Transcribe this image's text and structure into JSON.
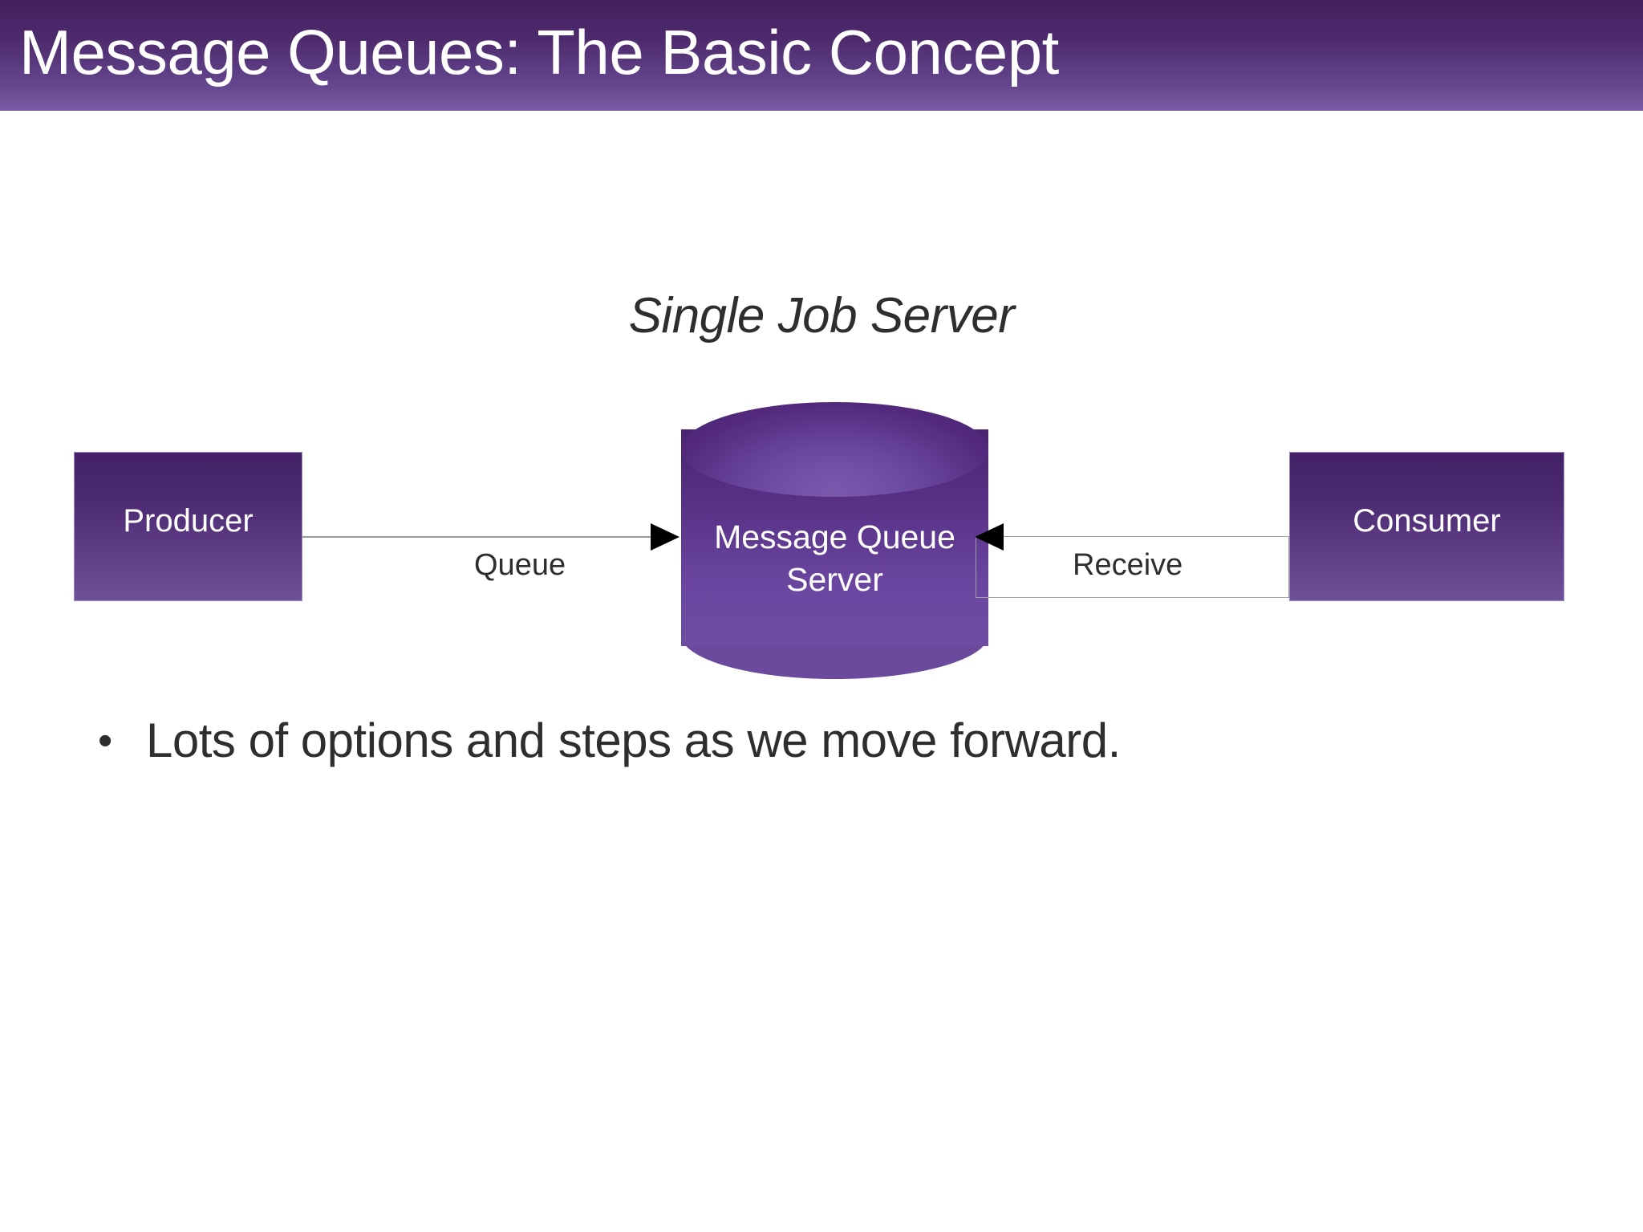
{
  "slide": {
    "title": "Message Queues: The Basic Concept",
    "accent_color": "#4d2a6c",
    "accent_color_light": "#7a5ca6",
    "text_color": "#2e2e2e"
  },
  "diagram": {
    "heading": "Single Job Server",
    "producer": {
      "label": "Producer"
    },
    "server": {
      "label_line1": "Message Queue",
      "label_line2": "Server"
    },
    "consumer": {
      "label": "Consumer"
    },
    "connectors": {
      "queue_label": "Queue",
      "receive_label": "Receive"
    }
  },
  "body": {
    "bullet_marker": "•",
    "bullet_text": "Lots of options and steps as we move forward."
  }
}
